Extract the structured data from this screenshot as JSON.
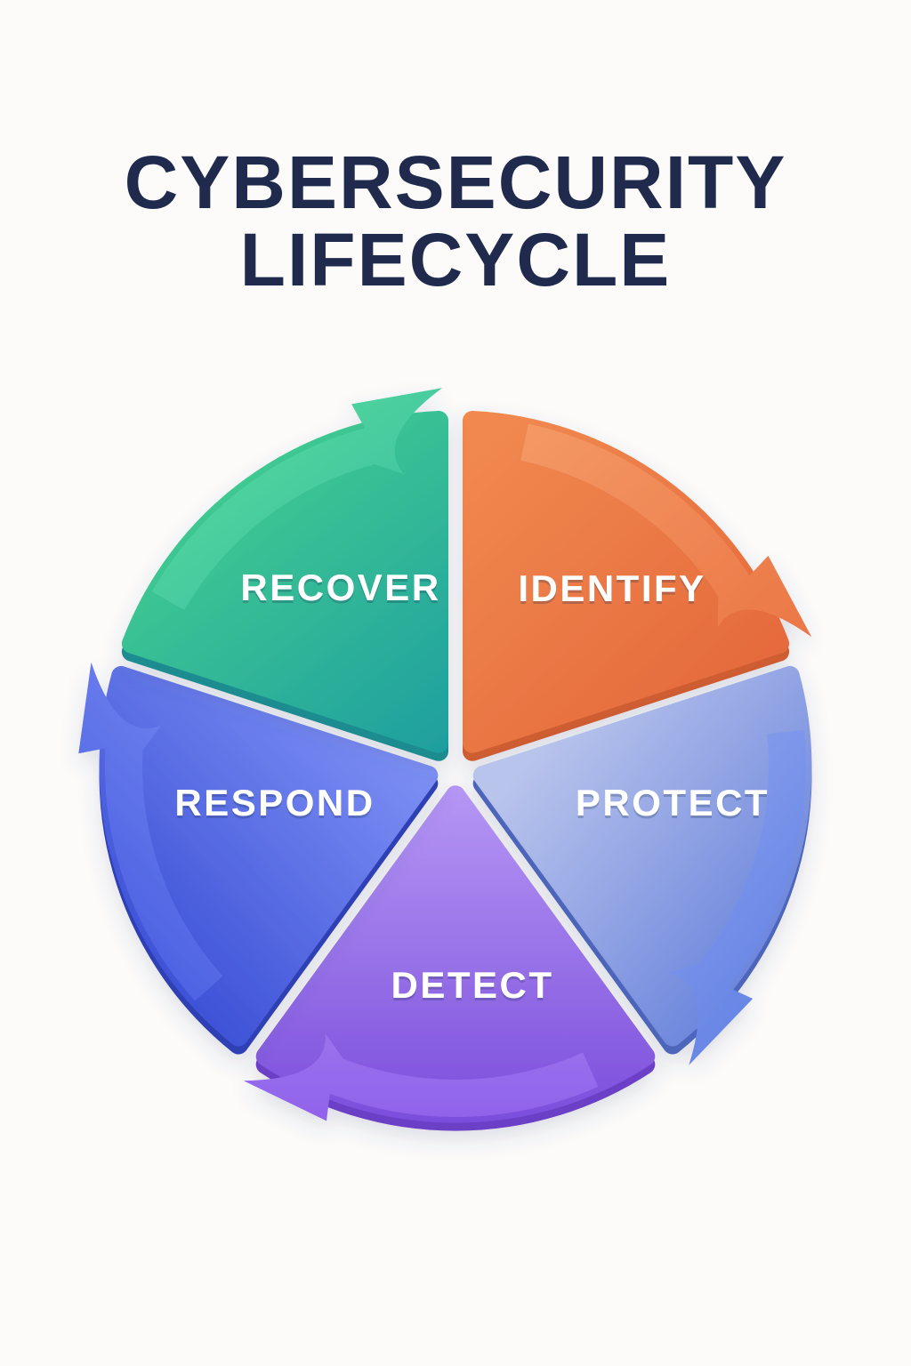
{
  "title": {
    "line1": "CYBERSECURITY",
    "line2": "LIFECYCLE",
    "color": "#1f2a4d"
  },
  "diagram": {
    "background": "#fcfbfa",
    "flow_direction": "clockwise",
    "segments": [
      {
        "id": "identify",
        "label": "IDENTIFY",
        "color_light": "#f0884f",
        "color_dark": "#e4673a",
        "arrow_light": "#f49a66",
        "arrow_dark": "#ea7443",
        "depth_color": "#cf5d31",
        "label_color": "#ffffff"
      },
      {
        "id": "protect",
        "label": "PROTECT",
        "color_light": "#b9c4ec",
        "color_dark": "#5c79d9",
        "arrow_light": "#9eb0f0",
        "arrow_dark": "#6080e4",
        "depth_color": "#4d66bb",
        "label_color": "#ffffff"
      },
      {
        "id": "detect",
        "label": "DETECT",
        "color_light": "#b596f4",
        "color_dark": "#7a4cdb",
        "arrow_light": "#bb9cf6",
        "arrow_dark": "#8f61ea",
        "depth_color": "#6c40c6",
        "label_color": "#ffffff"
      },
      {
        "id": "respond",
        "label": "RESPOND",
        "color_light": "#7e91f5",
        "color_dark": "#3a4ed5",
        "arrow_light": "#8496f6",
        "arrow_dark": "#4a5fe2",
        "depth_color": "#2f40b4",
        "label_color": "#ffffff"
      },
      {
        "id": "recover",
        "label": "RECOVER",
        "color_light": "#43cd90",
        "color_dark": "#1d9da0",
        "arrow_light": "#52d69c",
        "arrow_dark": "#28abab",
        "depth_color": "#1b8c90",
        "label_color": "#ffffff"
      }
    ]
  },
  "chart_data": {
    "type": "pie",
    "title": "CYBERSECURITY LIFECYCLE",
    "categories": [
      "IDENTIFY",
      "PROTECT",
      "DETECT",
      "RESPOND",
      "RECOVER"
    ],
    "values": [
      20,
      20,
      20,
      20,
      20
    ],
    "legend_position": "none",
    "annotations": "five equal 72-degree wedges arranged clockwise from top, each with a clockwise swoosh arrow on its outer arc"
  }
}
